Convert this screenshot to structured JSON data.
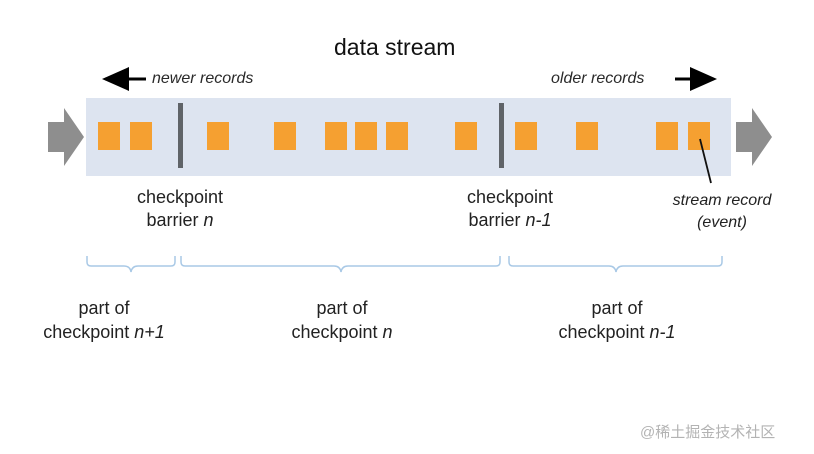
{
  "title": "data stream",
  "direction_labels": {
    "newer": "newer records",
    "older": "older records"
  },
  "barriers": {
    "n": {
      "line1": "checkpoint",
      "line2_prefix": "barrier ",
      "line2_italic": "n"
    },
    "n_minus_1": {
      "line1": "checkpoint",
      "line2_prefix": "barrier ",
      "line2_italic": "n-1"
    }
  },
  "record_callout": {
    "line1": "stream record",
    "line2": "(event)"
  },
  "parts": {
    "n_plus_1": {
      "line1": "part of",
      "line2_prefix": "checkpoint ",
      "line2_italic": "n+1"
    },
    "n": {
      "line1": "part of",
      "line2_prefix": "checkpoint ",
      "line2_italic": "n"
    },
    "n_minus_1": {
      "line1": "part of",
      "line2_prefix": "checkpoint ",
      "line2_italic": "n-1"
    }
  },
  "watermark": "@稀土掘金技术社区",
  "colors": {
    "stream_band": "#dde4f0",
    "record": "#f5a031",
    "barrier": "#5f6368",
    "flow_arrow": "#8e8e8e",
    "brace": "#a9c9e6",
    "arrow": "#000000"
  },
  "icons": {
    "left_flow_arrow": "block-arrow-right-icon",
    "right_flow_arrow": "block-arrow-right-icon",
    "newer_arrow": "arrow-left-icon",
    "older_arrow": "arrow-right-icon"
  }
}
